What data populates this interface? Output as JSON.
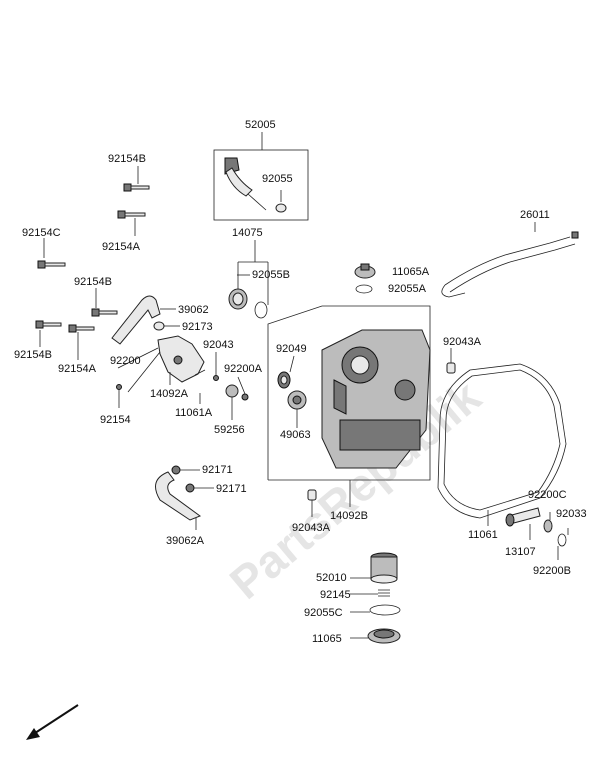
{
  "watermark": "PartsRepublik",
  "labels": {
    "l52005": "52005",
    "l92055": "92055",
    "l92154b_top": "92154B",
    "l92154a_top": "92154A",
    "l92154c": "92154C",
    "l92154b_mid": "92154B",
    "l92154b_left": "92154B",
    "l92154a_left": "92154A",
    "l14075": "14075",
    "l92055b": "92055B",
    "l26011": "26011",
    "l11065a": "11065A",
    "l92055a": "92055A",
    "l39062": "39062",
    "l92173": "92173",
    "l92200": "92200",
    "l92043": "92043",
    "l14092a": "14092A",
    "l92200a": "92200A",
    "l11061a": "11061A",
    "l92154": "92154",
    "l59256": "59256",
    "l92049": "92049",
    "l49063": "49063",
    "l92043a_right": "92043A",
    "l92171_top": "92171",
    "l92171_bot": "92171",
    "l39062a": "39062A",
    "l92043a_bot": "92043A",
    "l14092b": "14092B",
    "l92200c": "92200C",
    "l92033": "92033",
    "l11061": "11061",
    "l13107": "13107",
    "l92200b": "92200B",
    "l52010": "52010",
    "l92145": "92145",
    "l92055c": "92055C",
    "l11065": "11065"
  }
}
